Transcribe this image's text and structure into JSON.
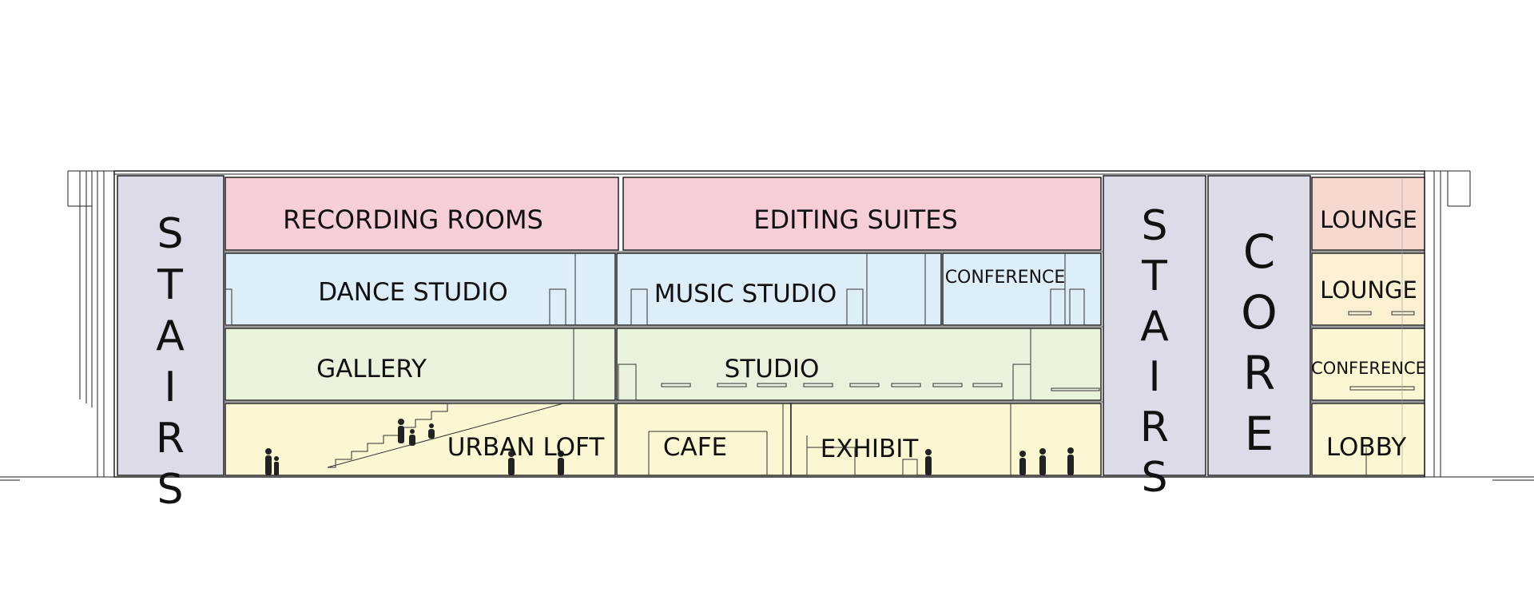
{
  "section": {
    "rooms": {
      "stairs_left": {
        "label": "STAIRS",
        "color": "#dcdce8"
      },
      "recording_rooms": {
        "label": "RECORDING ROOMS",
        "color": "#f5ced6"
      },
      "editing_suites": {
        "label": "EDITING SUITES",
        "color": "#f5ced6"
      },
      "dance_studio": {
        "label": "DANCE STUDIO",
        "color": "#ddeef8"
      },
      "music_studio": {
        "label": "MUSIC STUDIO",
        "color": "#ddeef8"
      },
      "conference_upper": {
        "label": "CONFERENCE",
        "color": "#ddeef8"
      },
      "gallery": {
        "label": "GALLERY",
        "color": "#e8f2dc"
      },
      "studio": {
        "label": "STUDIO",
        "color": "#e8f2dc"
      },
      "urban_loft": {
        "label": "URBAN LOFT",
        "color": "#fbf7d2"
      },
      "cafe": {
        "label": "CAFE",
        "color": "#fbf7d2"
      },
      "exhibit": {
        "label": "EXHIBIT",
        "color": "#fbf7d2"
      },
      "stairs_right": {
        "label": "STAIRS",
        "color": "#dcdce8"
      },
      "core": {
        "label": "CORE",
        "color": "#dcdce8"
      },
      "lounge_top": {
        "label": "LOUNGE",
        "color": "#f7d8d0"
      },
      "lounge_second": {
        "label": "LOUNGE",
        "color": "#fbf1d2"
      },
      "conference_right": {
        "label": "CONFERENCE",
        "color": "#fbf7d2"
      },
      "lobby": {
        "label": "LOBBY",
        "color": "#fbf7d2"
      }
    },
    "line_color": "#222222"
  }
}
